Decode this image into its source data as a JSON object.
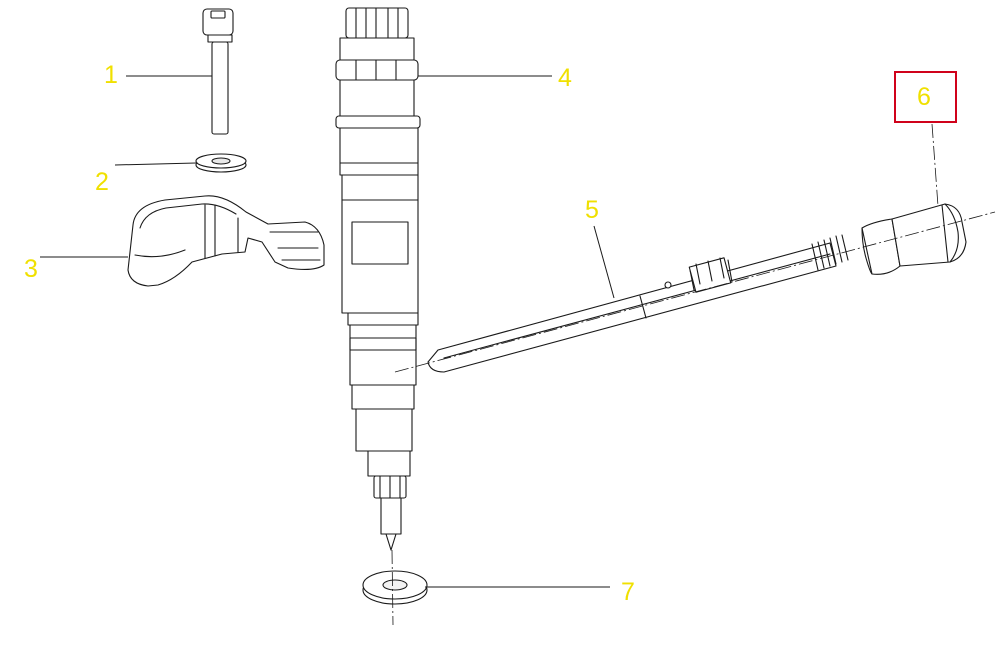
{
  "callouts": [
    {
      "number": "1",
      "part": "bolt"
    },
    {
      "number": "2",
      "part": "washer"
    },
    {
      "number": "3",
      "part": "clamp"
    },
    {
      "number": "4",
      "part": "injector"
    },
    {
      "number": "5",
      "part": "pressure-pipe"
    },
    {
      "number": "6",
      "part": "nut",
      "highlighted": true
    },
    {
      "number": "7",
      "part": "seal-washer"
    }
  ],
  "colors": {
    "callout_text": "#f0e000",
    "highlight_text": "#f0e000",
    "highlight_border": "#d0021b",
    "line": "#1a1a1a",
    "background": "#ffffff"
  }
}
